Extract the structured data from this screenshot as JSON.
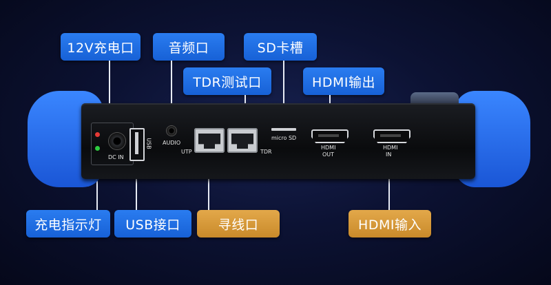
{
  "callouts": {
    "dc_power": "12V充电口",
    "audio": "音频口",
    "sd_slot": "SD卡槽",
    "tdr_port": "TDR测试口",
    "hdmi_out": "HDMI输出",
    "charge_indicator": "充电指示灯",
    "usb": "USB接口",
    "cable_finder": "寻线口",
    "hdmi_in": "HDMI输入"
  },
  "port_labels": {
    "dc_in": "DC IN",
    "usb": "USB",
    "audio": "AUDIO",
    "utp": "UTP",
    "tdr": "TDR",
    "micro_sd": "micro SD",
    "hdmi_out_1": "HDMI",
    "hdmi_out_2": "OUT",
    "hdmi_in_1": "HDMI",
    "hdmi_in_2": "IN"
  },
  "colors": {
    "callout_blue": "#1f6fe6",
    "callout_gold": "#d69a3a",
    "bumper_blue": "#2a6cf0",
    "led_red": "#e53935",
    "led_green": "#2ecc40"
  }
}
